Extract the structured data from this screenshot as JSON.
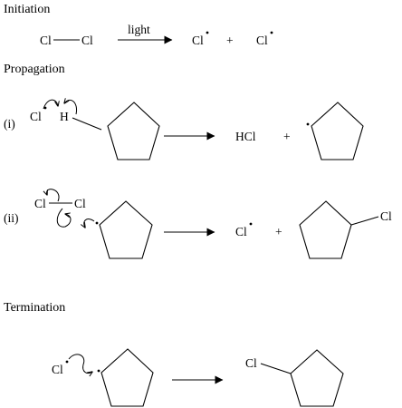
{
  "headings": {
    "initiation": "Initiation",
    "propagation": "Propagation",
    "termination": "Termination"
  },
  "initiation": {
    "reactant_left": "Cl",
    "reactant_right": "Cl",
    "condition": "light",
    "product_1": "Cl",
    "plus": "+",
    "product_2": "Cl"
  },
  "propagation": {
    "step_i": {
      "label": "(i)",
      "chlorine": "Cl",
      "hydrogen": "H",
      "product_1": "HCl",
      "plus": "+"
    },
    "step_ii": {
      "label": "(ii)",
      "chlorine_left": "Cl",
      "chlorine_right": "Cl",
      "product_1": "Cl",
      "plus": "+",
      "substituent": "Cl"
    }
  },
  "termination": {
    "chlorine": "Cl",
    "substituent": "Cl"
  },
  "colors": {
    "ink": "#000000",
    "background": "#ffffff"
  },
  "icons": [
    "arrow-right-icon",
    "curly-arrow-icon",
    "radical-dot-icon",
    "cyclopentane-ring-icon"
  ]
}
